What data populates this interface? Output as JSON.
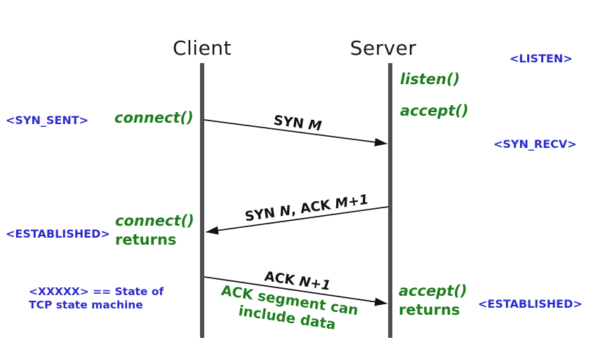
{
  "diagram_type": "tcp-three-way-handshake-sequence",
  "lifelines": [
    {
      "id": "client",
      "title": "Client"
    },
    {
      "id": "server",
      "title": "Server"
    }
  ],
  "states": {
    "listen": "<LISTEN>",
    "syn_sent": "<SYN_SENT>",
    "syn_recv": "<SYN_RECV>",
    "established_client": "<ESTABLISHED>",
    "established_server": "<ESTABLISHED>"
  },
  "calls": {
    "listen": "listen()",
    "accept": "accept()",
    "connect": "connect()",
    "connect_returns": {
      "fn": "connect()",
      "suffix": "returns"
    },
    "accept_returns": {
      "fn": "accept()",
      "suffix": "returns"
    }
  },
  "arrows": [
    {
      "from": "client",
      "to": "server",
      "parts": [
        {
          "text": "SYN "
        },
        {
          "text": "M",
          "italic": true
        }
      ]
    },
    {
      "from": "server",
      "to": "client",
      "parts": [
        {
          "text": "SYN "
        },
        {
          "text": "N",
          "italic": true
        },
        {
          "text": ", ACK "
        },
        {
          "text": "M+1",
          "italic": true
        }
      ]
    },
    {
      "from": "client",
      "to": "server",
      "parts": [
        {
          "text": "ACK "
        },
        {
          "text": "N+1",
          "italic": true
        }
      ]
    }
  ],
  "ack_note": {
    "line1": "ACK segment can",
    "line2": "include data"
  },
  "legend": {
    "line1": "<XXXXX> == State of",
    "line2": "TCP state machine"
  },
  "colors": {
    "state_blue": "#2b2bcc",
    "call_green": "#1e7d1e",
    "lifeline_gray": "#4f4f4f",
    "arrow_black": "#111111"
  }
}
